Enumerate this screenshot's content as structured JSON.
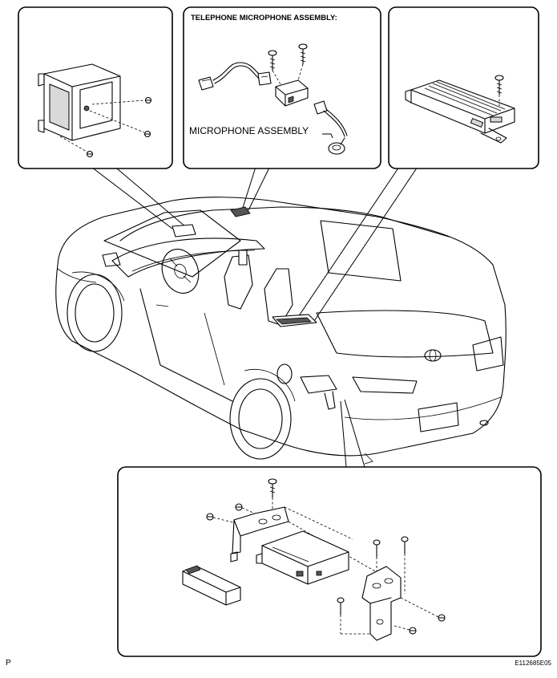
{
  "diagram": {
    "labels": {
      "telephone_microphone_assembly": "TELEPHONE MICROPHONE ASSEMBLY:",
      "microphone_assembly": "MICROPHONE ASSEMBLY",
      "page_marker": "P",
      "figure_id": "E112685E05"
    },
    "colors": {
      "line": "#000000",
      "background": "#ffffff",
      "shade": "#d9d9d9",
      "dark_part": "#555555"
    },
    "icons": [
      "bolt-icon",
      "screw-icon",
      "connector-icon",
      "vehicle-outline-icon"
    ]
  }
}
